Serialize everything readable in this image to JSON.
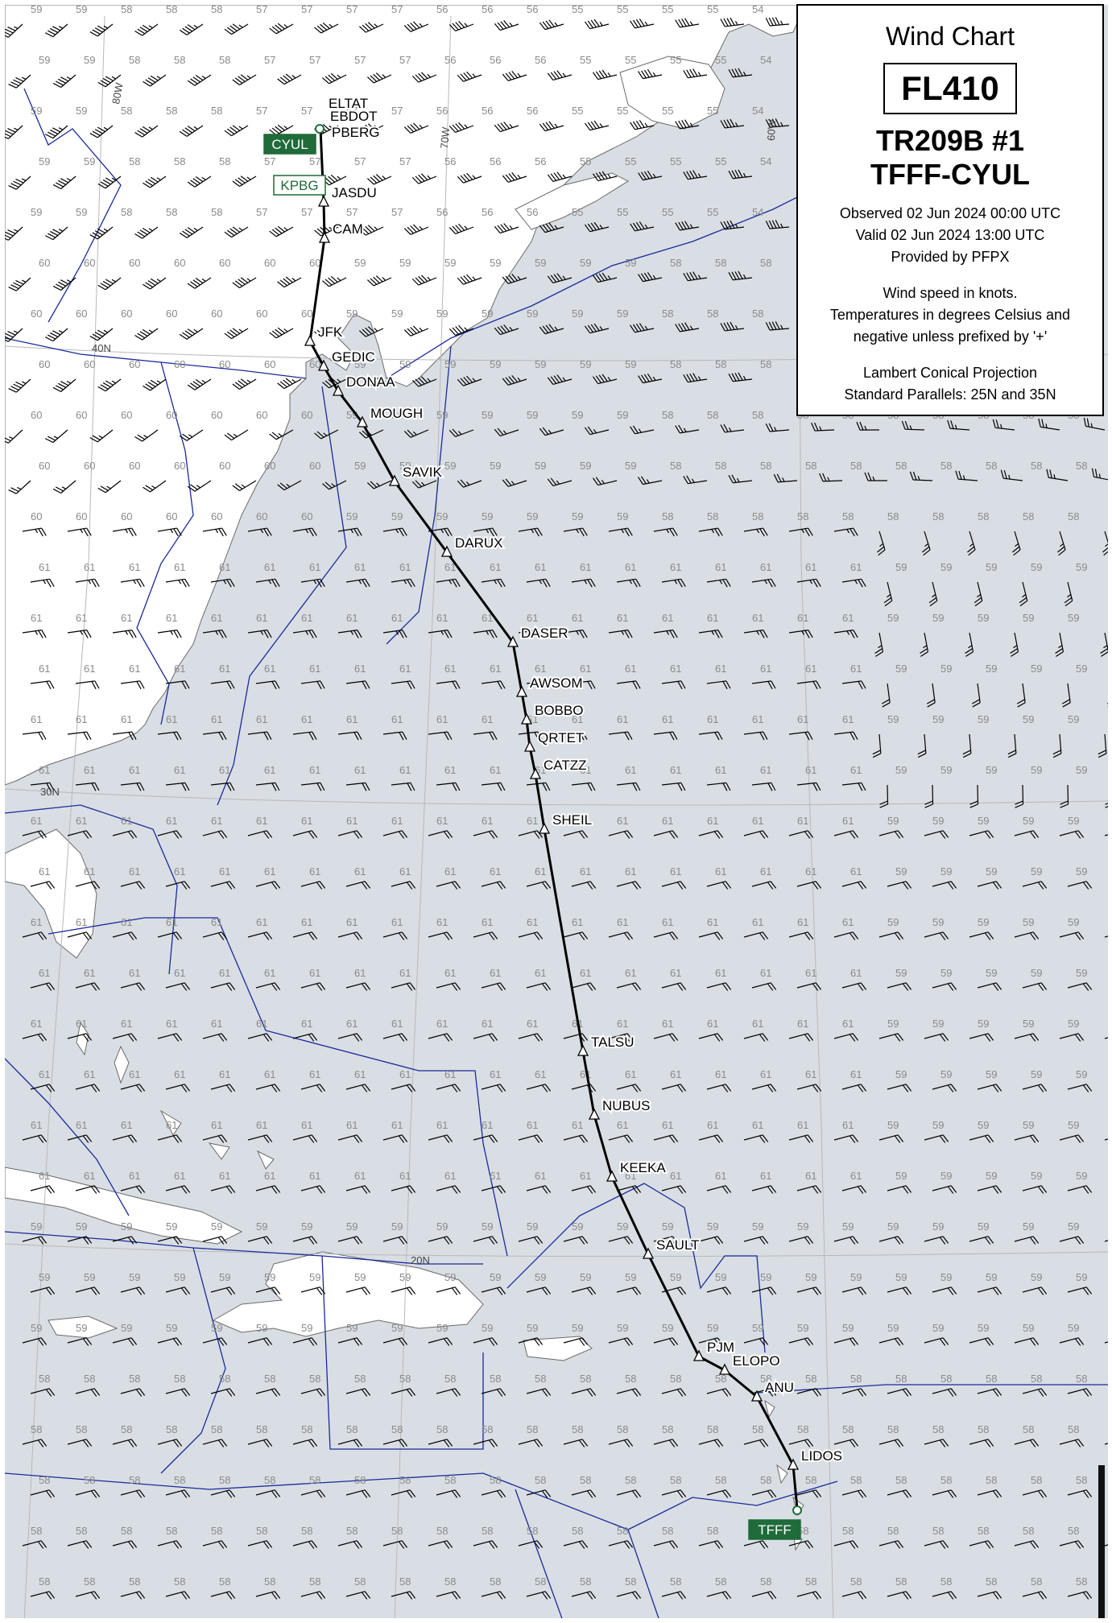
{
  "legend": {
    "title": "Wind Chart",
    "flight_level": "FL410",
    "flight": "TR209B #1",
    "route": "TFFF-CYUL",
    "observed": "Observed 02 Jun 2024 00:00 UTC",
    "valid": "Valid 02 Jun 2024 13:00 UTC",
    "provider": "Provided by PFPX",
    "units_wind": "Wind speed in knots.",
    "units_temp_1": "Temperatures in degrees Celsius and",
    "units_temp_2": "negative unless prefixed by '+'",
    "projection": "Lambert Conical Projection",
    "parallels": "Standard Parallels: 25N and 35N"
  },
  "colors": {
    "ocean": "#d9dee4",
    "land": "#ffffff",
    "boundary": "#1a2a9c",
    "route": "#000000",
    "airport": "#1f6b3a",
    "wind": "#000000",
    "temperature": "#8a8a8a",
    "grid": "#b8b8b8"
  },
  "airports": [
    {
      "code": "CYUL",
      "style": "filled"
    },
    {
      "code": "KPBG",
      "style": "outline"
    },
    {
      "code": "TFFF",
      "style": "filled"
    }
  ],
  "waypoints": [
    "ELTAT",
    "EBDOT",
    "PBERG",
    "JASDU",
    "CAM",
    "JFK",
    "GEDIC",
    "DONAA",
    "MOUGH",
    "SAVIK",
    "DARUX",
    "DASER",
    "AWSOM",
    "BOBBO",
    "QRTET",
    "CATZZ",
    "SHEIL",
    "TALSU",
    "NUBUS",
    "KEEKA",
    "SAULT",
    "PJM",
    "ELOPO",
    "ANU",
    "LIDOS"
  ],
  "grid_labels": [
    "80W",
    "70W",
    "60W",
    "40N",
    "30N",
    "20N"
  ]
}
